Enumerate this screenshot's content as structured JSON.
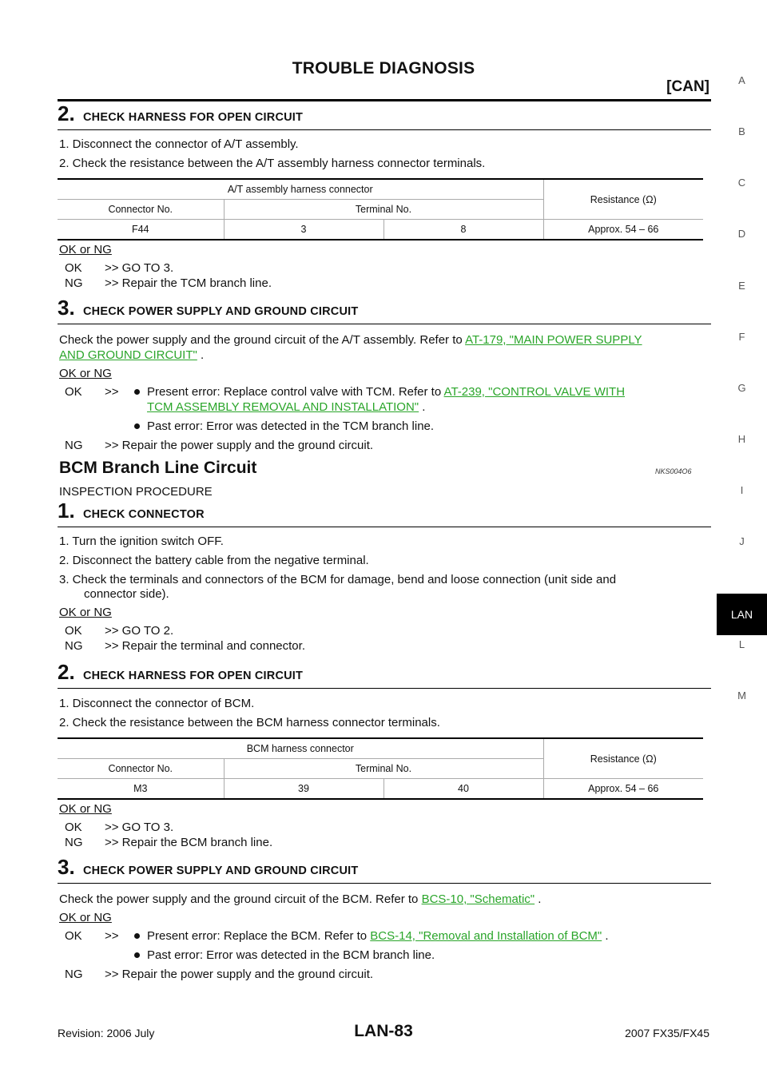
{
  "header": {
    "title": "TROUBLE DIAGNOSIS",
    "subtitle": "[CAN]"
  },
  "sidebar": {
    "letters": [
      "A",
      "B",
      "C",
      "D",
      "E",
      "F",
      "G",
      "H",
      "I",
      "J",
      "LAN",
      "L",
      "M"
    ],
    "active": "LAN"
  },
  "block1": {
    "step_num": "2.",
    "step_title": "CHECK HARNESS FOR OPEN CIRCUIT",
    "lines": [
      "1.  Disconnect the connector of A/T assembly.",
      "2.  Check the resistance between the A/T assembly harness connector terminals."
    ],
    "table": {
      "group_header": "A/T assembly harness connector",
      "resistance_header": "Resistance (Ω)",
      "connector_header": "Connector No.",
      "terminal_header": "Terminal No.",
      "row": [
        "F44",
        "3",
        "8",
        "Approx. 54 – 66"
      ]
    },
    "okng": "OK or NG",
    "ok_key": "OK",
    "ok_text": ">> GO TO 3.",
    "ng_key": "NG",
    "ng_text": ">> Repair the TCM branch line."
  },
  "block2": {
    "step_num": "3.",
    "step_title": "CHECK POWER SUPPLY AND GROUND CIRCUIT",
    "text_pre": "Check the power supply and the ground circuit of the A/T assembly. Refer to ",
    "link_1": "AT-179, \"MAIN POWER SUPPLY",
    "link_2": "AND GROUND CIRCUIT\"",
    "text_post": " .",
    "okng": "OK or NG",
    "ok_key": "OK",
    "ok_arrow": ">>",
    "bullet1_pre": "Present error: Replace control valve with TCM. Refer to ",
    "bullet1_link_1": "AT-239, \"CONTROL VALVE WITH",
    "bullet1_link_2": "TCM ASSEMBLY REMOVAL AND INSTALLATION\"",
    "bullet1_post": " .",
    "bullet2": "Past error: Error was detected in the TCM branch line.",
    "ng_key": "NG",
    "ng_text": ">> Repair the power supply and the ground circuit."
  },
  "section": {
    "title": "BCM Branch Line Circuit",
    "code": "NKS004O6",
    "subtitle": "INSPECTION PROCEDURE"
  },
  "block3": {
    "step_num": "1.",
    "step_title": "CHECK CONNECTOR",
    "lines": [
      "1.  Turn the ignition switch OFF.",
      "2.  Disconnect the battery cable from the negative terminal.",
      "3.  Check the terminals and connectors of the BCM for damage, bend and loose connection (unit side and",
      "connector side)."
    ],
    "okng": "OK or NG",
    "ok_key": "OK",
    "ok_text": ">> GO TO 2.",
    "ng_key": "NG",
    "ng_text": ">> Repair the terminal and connector."
  },
  "block4": {
    "step_num": "2.",
    "step_title": "CHECK HARNESS FOR OPEN CIRCUIT",
    "lines": [
      "1.  Disconnect the connector of BCM.",
      "2.  Check the resistance between the BCM harness connector terminals."
    ],
    "table": {
      "group_header": "BCM harness connector",
      "resistance_header": "Resistance (Ω)",
      "connector_header": "Connector No.",
      "terminal_header": "Terminal No.",
      "row": [
        "M3",
        "39",
        "40",
        "Approx. 54 – 66"
      ]
    },
    "okng": "OK or NG",
    "ok_key": "OK",
    "ok_text": ">> GO TO 3.",
    "ng_key": "NG",
    "ng_text": ">> Repair the BCM branch line."
  },
  "block5": {
    "step_num": "3.",
    "step_title": "CHECK POWER SUPPLY AND GROUND CIRCUIT",
    "text_pre": "Check the power supply and the ground circuit of the BCM. Refer to ",
    "link": "BCS-10, \"Schematic\"",
    "text_post": " .",
    "okng": "OK or NG",
    "ok_key": "OK",
    "ok_arrow": ">>",
    "bullet1_pre": "Present error: Replace the BCM. Refer to ",
    "bullet1_link": "BCS-14, \"Removal and Installation of BCM\"",
    "bullet1_post": " .",
    "bullet2": "Past error: Error was detected in the BCM branch line.",
    "ng_key": "NG",
    "ng_text": ">> Repair the power supply and the ground circuit."
  },
  "footer": {
    "revision": "Revision: 2006 July",
    "page": "LAN-83",
    "model": "2007 FX35/FX45"
  }
}
